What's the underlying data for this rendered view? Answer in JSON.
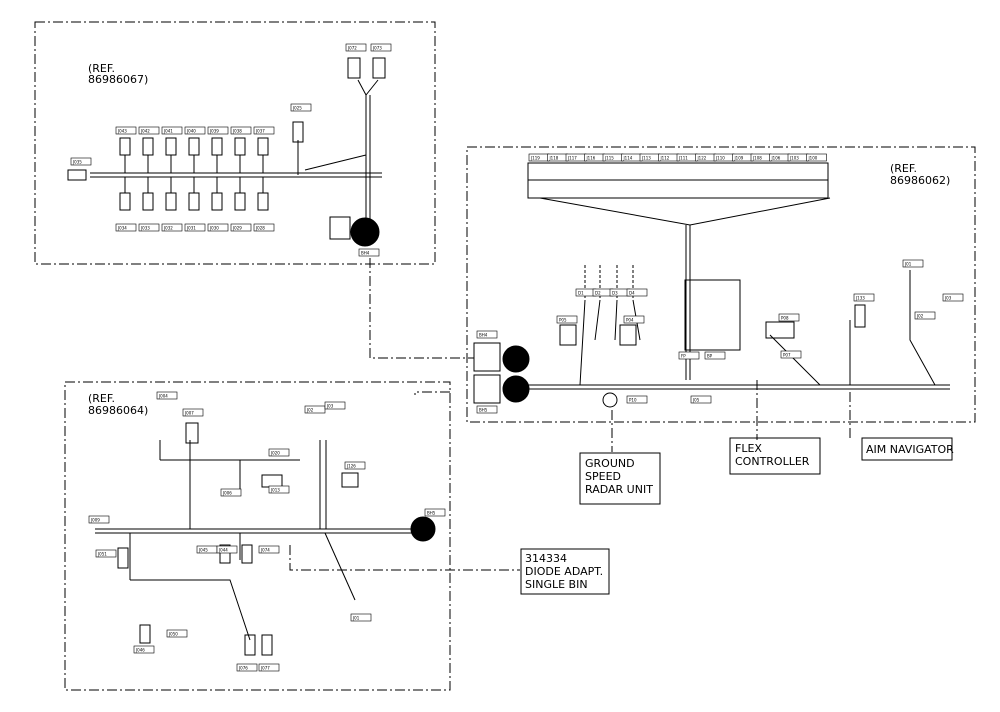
{
  "panels": {
    "top_left_ref": [
      "(REF.",
      "86986067)"
    ],
    "right_ref": [
      "(REF.",
      "86986062)"
    ],
    "bottom_left_ref": [
      "(REF.",
      "86986064)"
    ]
  },
  "callouts": {
    "ground_speed": [
      "GROUND",
      "SPEED",
      "RADAR UNIT"
    ],
    "flex": [
      "FLEX",
      "CONTROLLER"
    ],
    "aim": [
      "AIM NAVIGATOR"
    ],
    "diode": [
      "314334",
      "DIODE ADAPT.",
      "SINGLE BIN"
    ]
  },
  "top_left_tags": {
    "upper_row": [
      "J043",
      "J042",
      "J041",
      "J040",
      "J039",
      "J038",
      "J037"
    ],
    "lower_row": [
      "J034",
      "J033",
      "J032",
      "J031",
      "J030",
      "J029",
      "J028"
    ],
    "left": "J035",
    "top_pair": [
      "J072",
      "J073"
    ],
    "mid": "J025",
    "bulkhead": "BH4"
  },
  "right_tags": {
    "top_row": [
      "J119",
      "J118",
      "J117",
      "J116",
      "J115",
      "J114",
      "J113",
      "J112",
      "J111",
      "J122",
      "J110",
      "J109",
      "J108",
      "J106",
      "J103",
      "J100"
    ],
    "diodes": [
      "D1",
      "D2",
      "D3",
      "D4"
    ],
    "bh": [
      "BH4",
      "BH5"
    ],
    "misc": [
      "P05",
      "P04",
      "P10",
      "J05",
      "FP",
      "BP",
      "P08",
      "P07",
      "J133",
      "J01",
      "J02",
      "J03"
    ]
  },
  "bottom_left_tags": {
    "a": [
      "J004",
      "J007",
      "J02",
      "J03",
      "J020",
      "J126",
      "J006",
      "J013"
    ],
    "b": [
      "J009",
      "J051",
      "J045",
      "J044",
      "J074",
      "J046",
      "J050",
      "J076",
      "J077",
      "J01",
      "BH5"
    ]
  }
}
